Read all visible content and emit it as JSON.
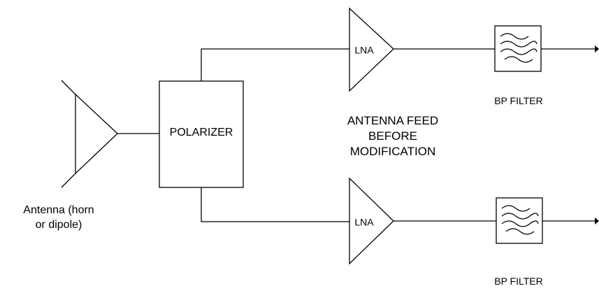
{
  "antenna": {
    "label_line1": "Antenna (horn",
    "label_line2": "or dipole)"
  },
  "polarizer": {
    "label": "POLARIZER"
  },
  "lna_top": {
    "label": "LNA"
  },
  "lna_bottom": {
    "label": "LNA"
  },
  "filter_top": {
    "label": "BP FILTER"
  },
  "filter_bottom": {
    "label": "BP FILTER"
  },
  "caption": {
    "line1": "ANTENNA FEED",
    "line2": "BEFORE",
    "line3": "MODIFICATION"
  }
}
